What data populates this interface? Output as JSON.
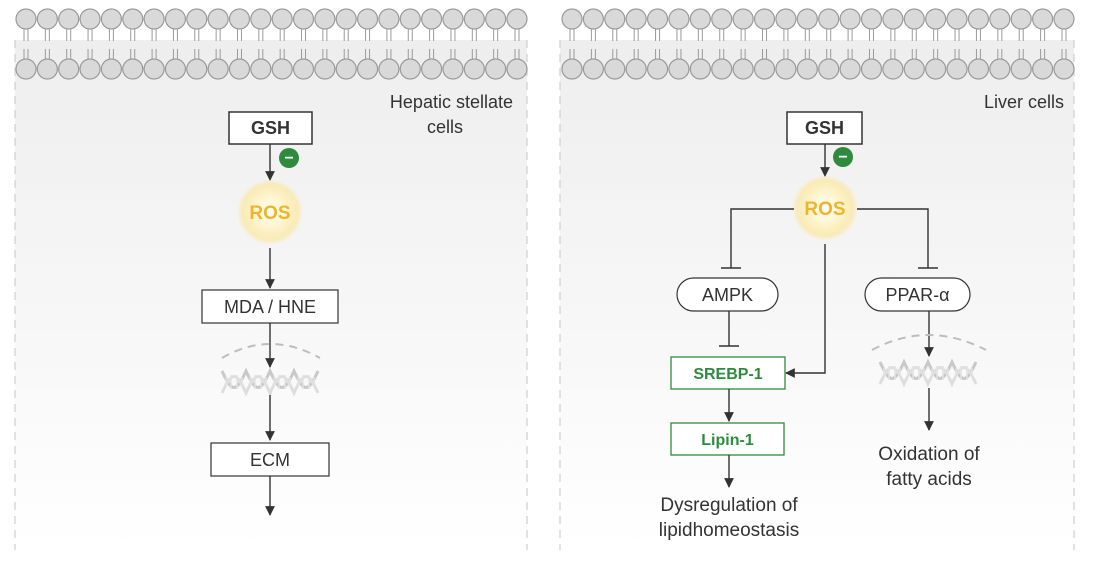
{
  "panels": [
    {
      "label": [
        "Hepatic stellate",
        "cells"
      ],
      "gsh": "GSH",
      "inhibit_symbol": "−",
      "ros": "ROS",
      "mda_hne": "MDA / HNE",
      "ecm": "ECM"
    },
    {
      "label": [
        "Liver cells"
      ],
      "gsh": "GSH",
      "inhibit_symbol": "−",
      "ros": "ROS",
      "ampk": "AMPK",
      "ppar": "PPAR-α",
      "srebp": "SREBP-1",
      "lipin": "Lipin-1",
      "dysreg": [
        "Dysregulation of",
        "lipidhomeostasis"
      ],
      "oxidation": [
        "Oxidation of",
        "fatty acids"
      ]
    }
  ],
  "colors": {
    "ros_text": "#f0b429",
    "ros_glow": "#fbe9a4",
    "green": "#2e8b3e",
    "membrane_fill": "#d9d9d9",
    "membrane_stroke": "#9a9a9a"
  }
}
